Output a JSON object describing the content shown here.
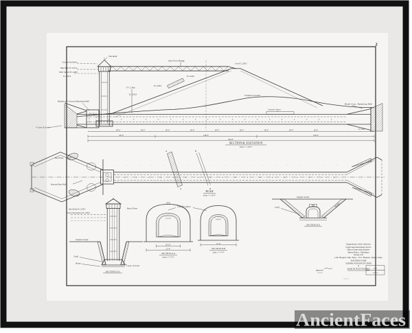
{
  "sheet": {
    "number": "2"
  },
  "watermark": {
    "text": "AncientFaces"
  },
  "colors": {
    "frame": "#111111",
    "matte": "#e9e8e6",
    "paper": "#f6f5f3",
    "ink": "#3a3a3a",
    "watermark_band": "rgba(0,0,0,0.42)",
    "watermark_text": "#e8e8e8"
  },
  "elevation": {
    "title": "SECTIONAL ELEVATION",
    "scale": "Scale: 1\"=10'-0\"",
    "dim_seg": "18'-0\"",
    "span1": "96'-0\"",
    "span2": "148'-0\"",
    "span3": "150'-6\"",
    "overall": "394'-6\"",
    "labels": {
      "tile_roof": "Tile Roof",
      "deck_roof": "Concrete Deck Roof",
      "high_water": "High Water El. 2254.0",
      "water2": "Water Surface El. 2248.0",
      "water3": "El. 2243.0",
      "retaining_wall_left": "Reinforced Concrete Retaining Wall",
      "foot_bridge": "Steel Foot Bridge",
      "pipe": "8\" C.I. Pipe",
      "pipe_el": "El. 2230.0",
      "bench1": "El. 2240.0",
      "bench2": "El. 2230.0",
      "crest": "Crest El. 2258.5",
      "original_ground": "Original Ground",
      "concrete_culvert": "Concrete Culvert",
      "retaining_wall_right": "Reinf. Conc. Retaining Wall",
      "gravel_layer": "4\" Layer of Gravel",
      "el_right": "El. 2190"
    }
  },
  "plan": {
    "title": "PLAN",
    "scale": "Scale: 1\"=10'-0\"",
    "bay_paving": "Bay Paving",
    "recessed": "Recessed Panel Walls",
    "cut_a": "A",
    "cut_b": "B"
  },
  "sections": {
    "collars": "Cutoff Collars",
    "aa": {
      "title": "SECTION A-A",
      "scale": "Scale: 1\"=5'-0\"",
      "dim_inner": "20'-10\"",
      "dim_outer": "22'-6\"",
      "radius": "r=7'-3\""
    },
    "bb": {
      "title": "SECTION B-B",
      "scale": "Scale: 1\"=5'-0\"",
      "dim": "17'-6\"",
      "radius": "r=6'-9\""
    },
    "dd": {
      "title": "SECTION D-D",
      "top_of_dam": "Top of Dam El. 2258.5",
      "limit": "Limit of Drawdown El. 2190.0",
      "base": "Base of Tower",
      "original_ground": "Original Ground",
      "cutoff": "Cutoff",
      "paving": "Paving",
      "gravel": "1 Layer of Gravel"
    },
    "ee": {
      "title": "SECTION E-E",
      "original_ground": "Original Ground",
      "cutoff": "Cutoff",
      "riprap": "Rip Rap"
    }
  },
  "title_block": {
    "lines": [
      "Department of the Interior",
      "United States Reclamation Service",
      "Office of Supervising Engineer",
      "Yakima Project - Washington",
      "Storage Unit",
      "L.M. Hought, Supt. Engr. - E.G. Hopson, Supvg. Engr.",
      "KACHESS DAM",
      "GENERAL PLAN AND SECTIONS",
      "of",
      "DAM OUTLET WORKS"
    ],
    "approved": "Approved",
    "stamp_top": "S.W.F.",
    "stamp_bottom": "13-D-52"
  }
}
